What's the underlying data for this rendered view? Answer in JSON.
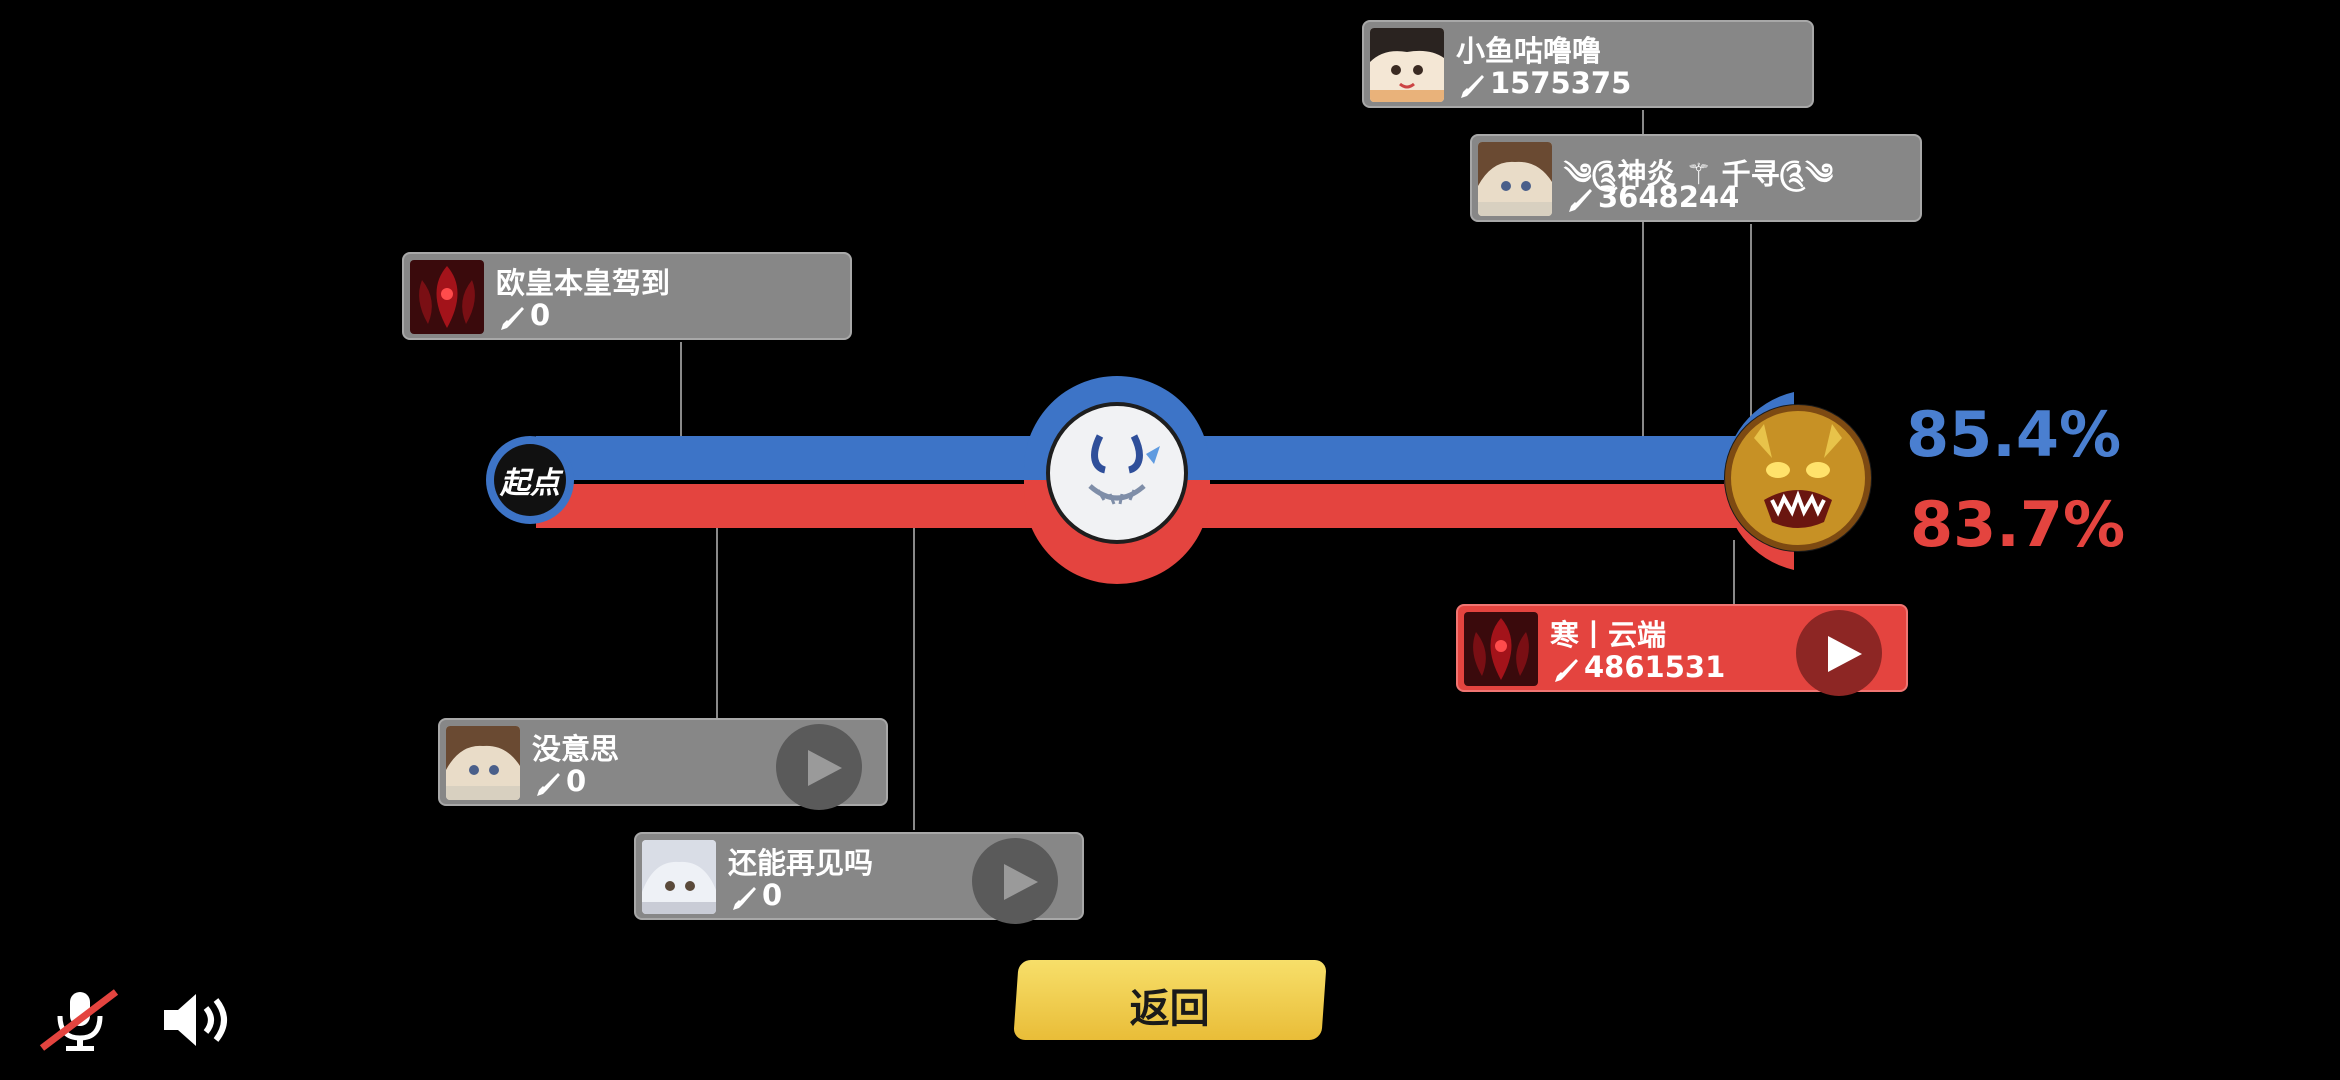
{
  "track": {
    "start_label": "起点",
    "blue_color": "#3d74c7",
    "red_color": "#e4443f",
    "blue_percent": "85.4%",
    "red_percent": "83.7%"
  },
  "players_top": [
    {
      "name": "小鱼咕噜噜",
      "score": "1575375",
      "avatar": "girl-avatar-dark-hair"
    },
    {
      "name": "༄༊神炎 ⚚ 千寻༊༄",
      "score": "3648244",
      "avatar": "girl-avatar-brown-hair"
    },
    {
      "name": "欧皇本皇驾到",
      "score": "0",
      "avatar": "red-eye-avatar"
    }
  ],
  "players_bottom": [
    {
      "name": "寒丨云端",
      "score": "4861531",
      "avatar": "red-eye-avatar"
    },
    {
      "name": "没意思",
      "score": "0",
      "avatar": "girl-avatar-brown-hair"
    },
    {
      "name": "还能再见吗",
      "score": "0",
      "avatar": "girl-avatar-white-hair"
    }
  ],
  "buttons": {
    "return_label": "返回"
  },
  "icons": {
    "mic": "mic-muted-icon",
    "speaker": "speaker-icon",
    "sword": "sword-icon",
    "play": "play-icon"
  }
}
